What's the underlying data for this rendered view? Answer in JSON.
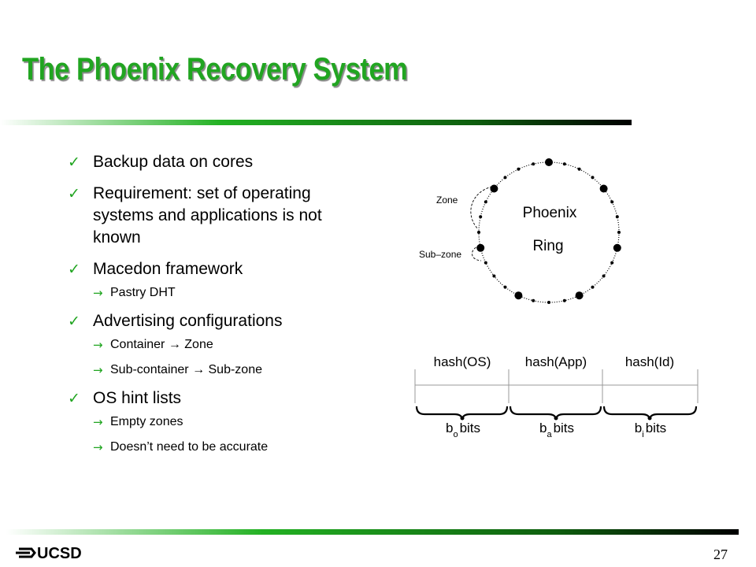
{
  "slide": {
    "title": "The Phoenix Recovery System",
    "page_number": "27",
    "accent_color": "#21a521",
    "check_icon": "checkmark-icon",
    "arrow_icon": "right-arrow-icon"
  },
  "bullets": [
    {
      "text": "Backup data on cores",
      "subs": []
    },
    {
      "text": "Requirement: set of operating systems and applications is not known",
      "subs": []
    },
    {
      "text": "Macedon framework",
      "subs": [
        "Pastry DHT"
      ]
    },
    {
      "text": "Advertising configurations",
      "subs": [
        "Container → Zone",
        "Sub-container → Sub-zone"
      ]
    },
    {
      "text": "OS hint lists",
      "subs": [
        "Empty zones",
        "Doesn’t need to be accurate"
      ]
    }
  ],
  "ring": {
    "label_line1": "Phoenix",
    "label_line2": "Ring",
    "zone_label": "Zone",
    "subzone_label": "Sub–zone"
  },
  "hash_table": {
    "segments": [
      {
        "header": "hash(OS)",
        "bits_base": "b",
        "bits_sub": "o",
        "bits_word": "bits"
      },
      {
        "header": "hash(App)",
        "bits_base": "b",
        "bits_sub": "a",
        "bits_word": "bits"
      },
      {
        "header": "hash(Id)",
        "bits_base": "b",
        "bits_sub": "i",
        "bits_word": "bits"
      }
    ]
  },
  "logo": {
    "text": "UCSD"
  }
}
